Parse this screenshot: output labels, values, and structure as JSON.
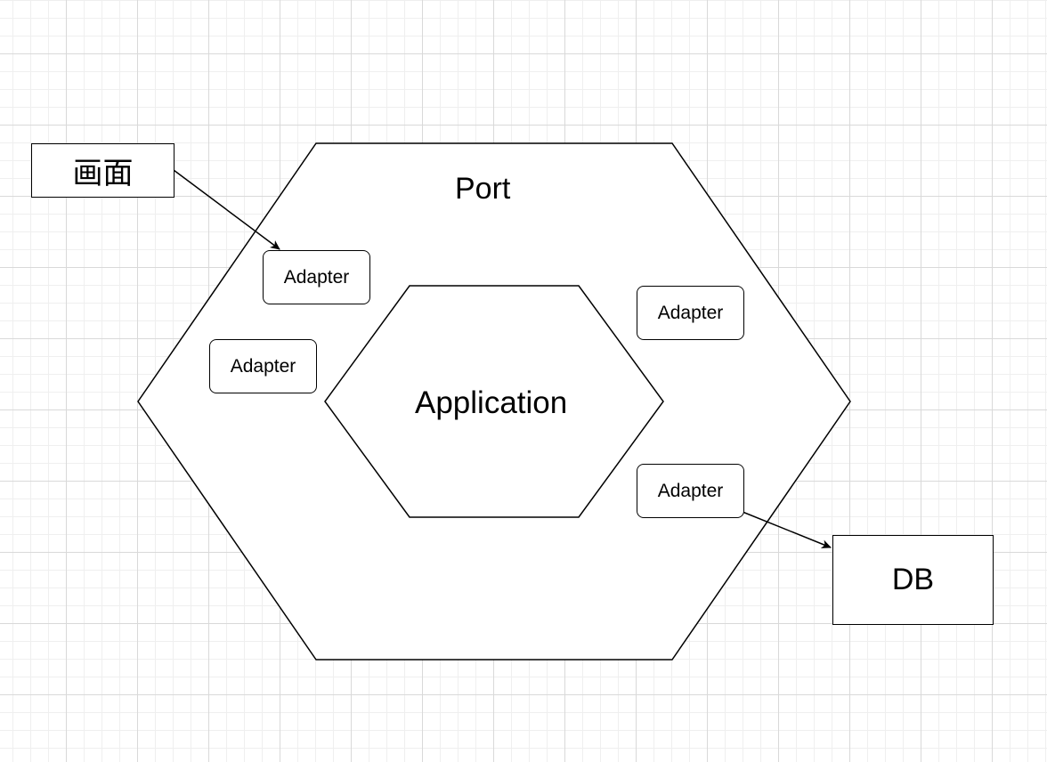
{
  "diagram": {
    "outer_hexagon": {
      "label": "Port"
    },
    "inner_hexagon": {
      "label": "Application"
    },
    "screen_box": {
      "label": "画面"
    },
    "db_box": {
      "label": "DB"
    },
    "adapters": [
      {
        "label": "Adapter"
      },
      {
        "label": "Adapter"
      },
      {
        "label": "Adapter"
      },
      {
        "label": "Adapter"
      }
    ],
    "edges": [
      {
        "from": "画面",
        "to": "Adapter"
      },
      {
        "from": "Adapter",
        "to": "DB"
      }
    ]
  }
}
